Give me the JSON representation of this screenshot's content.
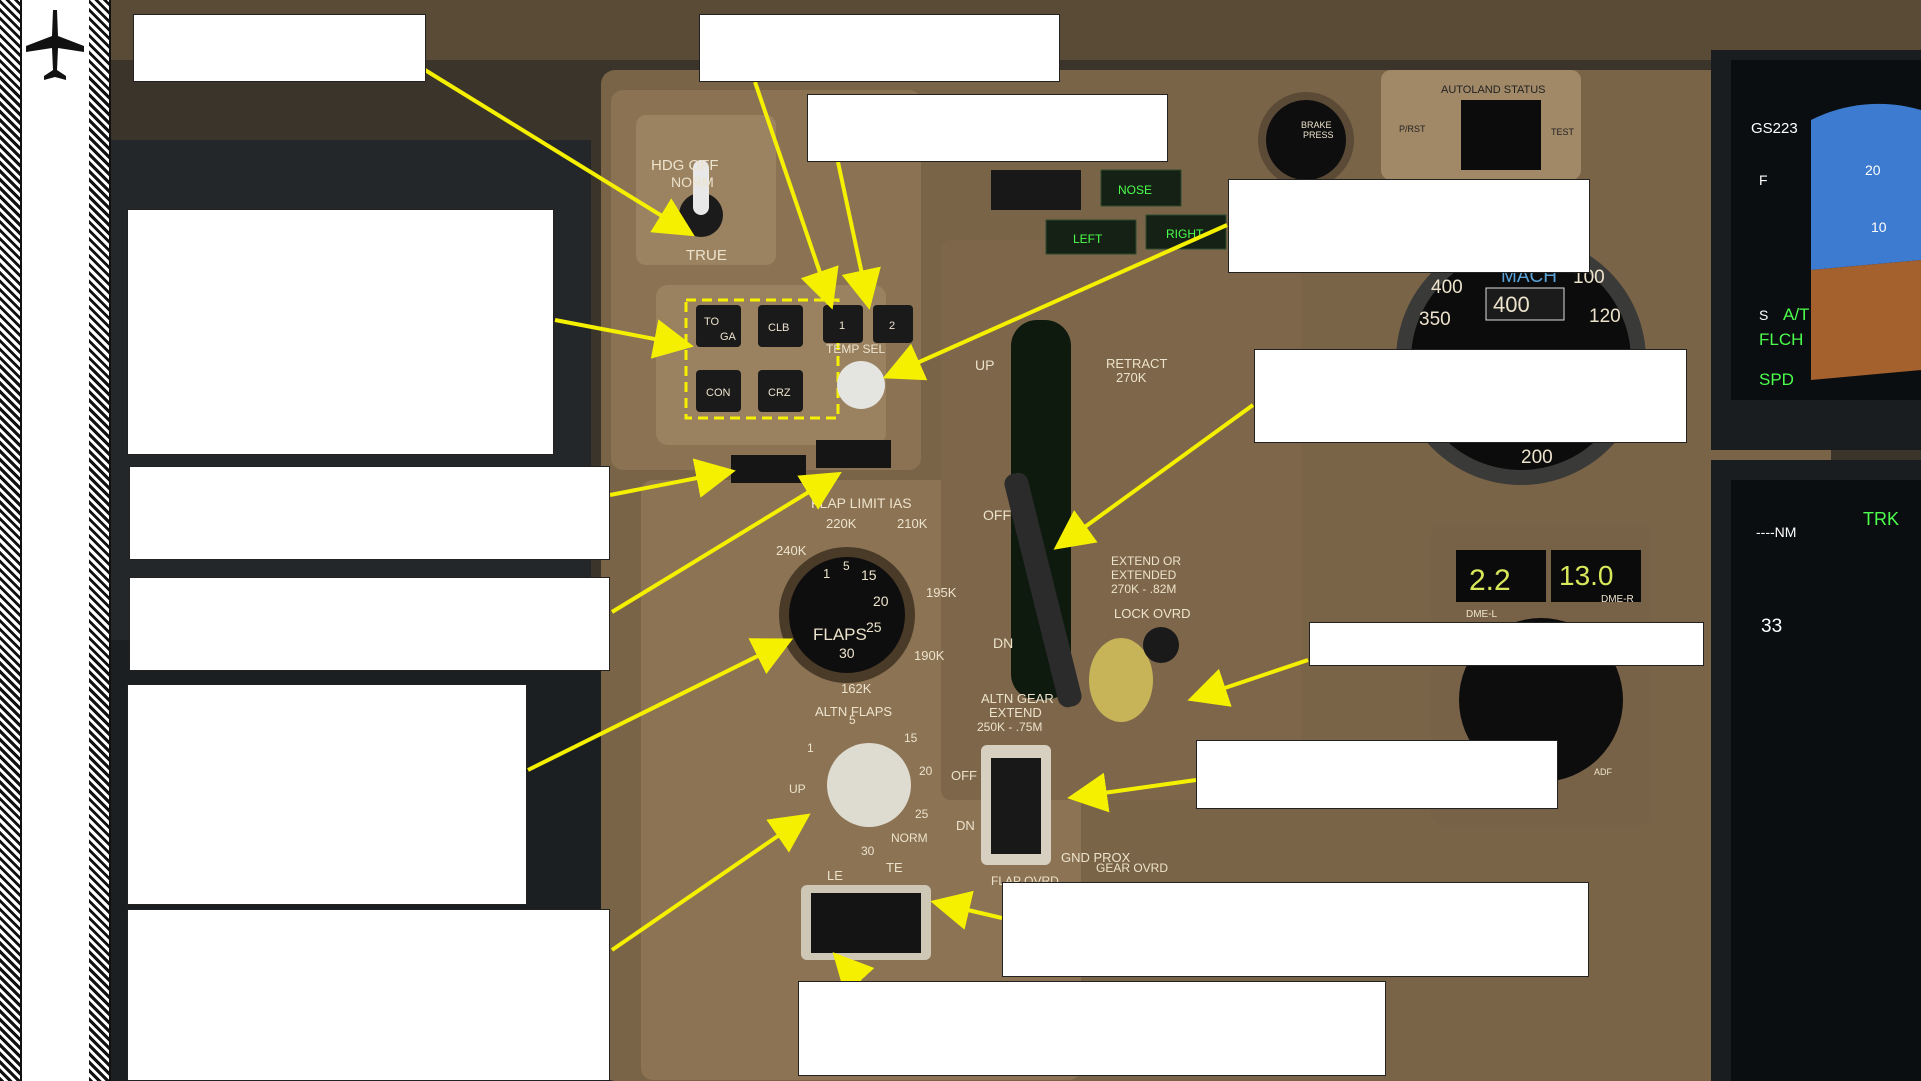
{
  "panel_labels": {
    "hdg_off": "HDG OFF",
    "norm": "NORM",
    "true": "TRUE",
    "to_ga": [
      "TO",
      "GA"
    ],
    "clb": "CLB",
    "con": "CON",
    "crz": "CRZ",
    "thrust_1": "1",
    "thrust_2": "2",
    "temp_sel": "TEMP SEL",
    "nose": "NOSE",
    "left": "LEFT",
    "right": "RIGHT",
    "up": "UP",
    "off": "OFF",
    "dn": "DN",
    "retract": "RETRACT",
    "retract_speed": "270K",
    "extend_or_extended": [
      "EXTEND OR",
      "EXTENDED",
      "270K - .82M"
    ],
    "lock_ovrd": "LOCK OVRD",
    "flap_limit_ias": "FLAP LIMIT IAS",
    "flap_speeds": [
      "240K",
      "220K",
      "210K",
      "195K",
      "190K",
      "162K"
    ],
    "flaps": "FLAPS",
    "flap_marks": [
      "1",
      "5",
      "15",
      "20",
      "25",
      "30"
    ],
    "altn_flaps": "ALTN FLAPS",
    "altn_flap_marks": [
      "UP",
      "1",
      "5",
      "15",
      "20",
      "25",
      "30"
    ],
    "le": "LE",
    "te": "TE",
    "altn_gear_extend": [
      "ALTN GEAR",
      "EXTEND",
      "250K - .75M"
    ],
    "gnd_prox": "GND PROX",
    "flap_ovrd": "FLAP OVRD",
    "gear_ovrd": "GEAR OVRD",
    "brake_press": [
      "BRAKE",
      "PRESS"
    ],
    "autoland_status": "AUTOLAND STATUS",
    "prst": "P/RST",
    "test": "TEST",
    "mach": "MACH",
    "airspeed_window": "400",
    "asi_marks": [
      "400",
      "350",
      "100",
      "120",
      "200"
    ],
    "dme_l": "2.2",
    "dme_r": "13.0",
    "dme_l_label": "DME-L",
    "dme_r_label": "DME-R",
    "adf": "ADF",
    "pfd_gs": "GS223",
    "pfd_f": "F",
    "pfd_s": "S",
    "pfd_at": "A/T",
    "pfd_flch": "FLCH",
    "pfd_spd": "SPD",
    "pfd_pitch": [
      "20",
      "10"
    ],
    "nd_nm": "----NM",
    "nd_trk": "TRK",
    "nd_heading": "33"
  },
  "colors": {
    "panel": "#7a6448",
    "callout_arrow": "#f5f000",
    "label_text": "#ede3cc",
    "annunciator_green": "#4cff4c"
  },
  "icons": {
    "sidebar": "airplane-icon"
  }
}
